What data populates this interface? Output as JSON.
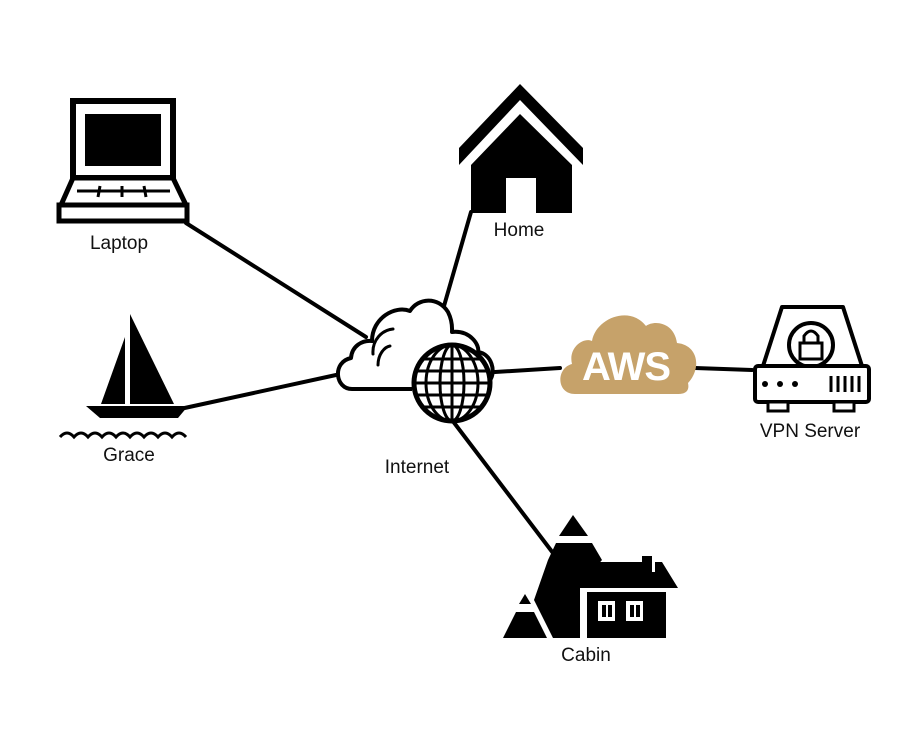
{
  "diagram": {
    "title": "",
    "colors": {
      "line": "#000000",
      "aws_cloud": "#c6a26a",
      "aws_text": "#ffffff",
      "background": "#ffffff"
    },
    "nodes": [
      {
        "id": "laptop",
        "label": "Laptop",
        "icon": "laptop-icon"
      },
      {
        "id": "home",
        "label": "Home",
        "icon": "house-icon"
      },
      {
        "id": "grace",
        "label": "Grace",
        "icon": "sailboat-icon"
      },
      {
        "id": "internet",
        "label": "Internet",
        "icon": "cloud-globe-icon"
      },
      {
        "id": "aws",
        "label": "AWS",
        "icon": "cloud-icon"
      },
      {
        "id": "vpn",
        "label": "VPN Server",
        "icon": "server-lock-icon"
      },
      {
        "id": "cabin",
        "label": "Cabin",
        "icon": "mountain-cabin-icon"
      }
    ],
    "edges": [
      {
        "from": "laptop",
        "to": "internet"
      },
      {
        "from": "home",
        "to": "internet"
      },
      {
        "from": "grace",
        "to": "internet"
      },
      {
        "from": "internet",
        "to": "aws"
      },
      {
        "from": "aws",
        "to": "vpn"
      },
      {
        "from": "internet",
        "to": "cabin"
      }
    ]
  },
  "labels": {
    "laptop": "Laptop",
    "home": "Home",
    "grace": "Grace",
    "internet": "Internet",
    "aws": "AWS",
    "vpn": "VPN Server",
    "cabin": "Cabin"
  }
}
